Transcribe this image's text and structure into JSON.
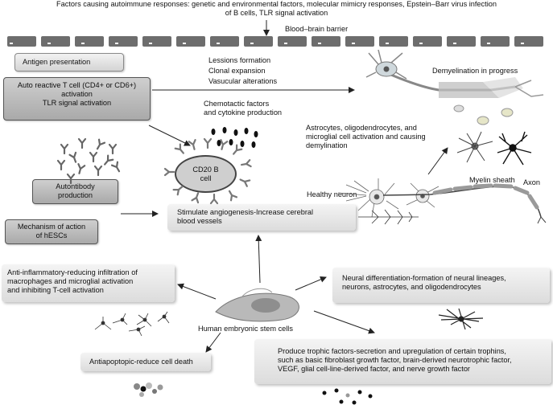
{
  "header": {
    "line1": "Factors causing autoimmune responses: genetic and environmental factors, molecular mimicry responses, Epstein–Barr virus infection",
    "line2": "of B cells, TLR signal activation"
  },
  "bbb_label": "Blood–brain barrier",
  "antigen_presentation": "Antigen presentation",
  "auto_reactive": {
    "line1": "Auto reactive T cell (CD4+ or CD6+)",
    "line2": "activation",
    "line3": "TLR signal activation"
  },
  "lesions": [
    "Lessions formation",
    "Clonal expansion",
    "Vasucular alterations"
  ],
  "demyelination": "Demyelination in progress",
  "chemotactic": {
    "line1": "Chemotactic factors",
    "line2": "and cytokine production"
  },
  "astrocytes": {
    "line1": "Astrocytes, oligodendrocytes, and",
    "line2": "microglial cell activation and causing",
    "line3": "demylination"
  },
  "cd20": {
    "line1": "CD20 B",
    "line2": "cell"
  },
  "myelin_sheath": "Myelin sheath",
  "axon": "Axon",
  "healthy_neuron": "Healthy neuron",
  "autontibody": {
    "line1": "Autontibody",
    "line2": "production"
  },
  "mechanism": {
    "line1": "Mechanism of action",
    "line2": "of hESCs"
  },
  "angiogenesis": {
    "line1": "Stimulate angiogenesis-Increase cerebral",
    "line2": "blood vessels"
  },
  "anti_inflammatory": {
    "line1": "Anti-inflammatory-reducing infiltration of",
    "line2": "macrophages and microglial activation",
    "line3": "and inhibiting T-cell activation"
  },
  "neural_diff": {
    "line1": "Neural differentiation-formation of neural lineages,",
    "line2": "neurons, astrocytes, and oligodendrocytes"
  },
  "hesc_label": "Human embryonic stem cells",
  "antiapoptotic": "Antiapoptopic-reduce cell death",
  "trophic": {
    "line1": "Produce trophic factors-secretion and upregulation of certain trophins,",
    "line2": "such as basic fibroblast growth factor, brain-derived neurotrophic factor,",
    "line3": "VEGF, glial cell-line-derived factor, and nerve growth factor"
  },
  "colors": {
    "cell_fill": "#cfcfcf",
    "box_dark": "#b5b5b5",
    "bbb_cell": "#6d6d6d",
    "ink": "#111111"
  }
}
